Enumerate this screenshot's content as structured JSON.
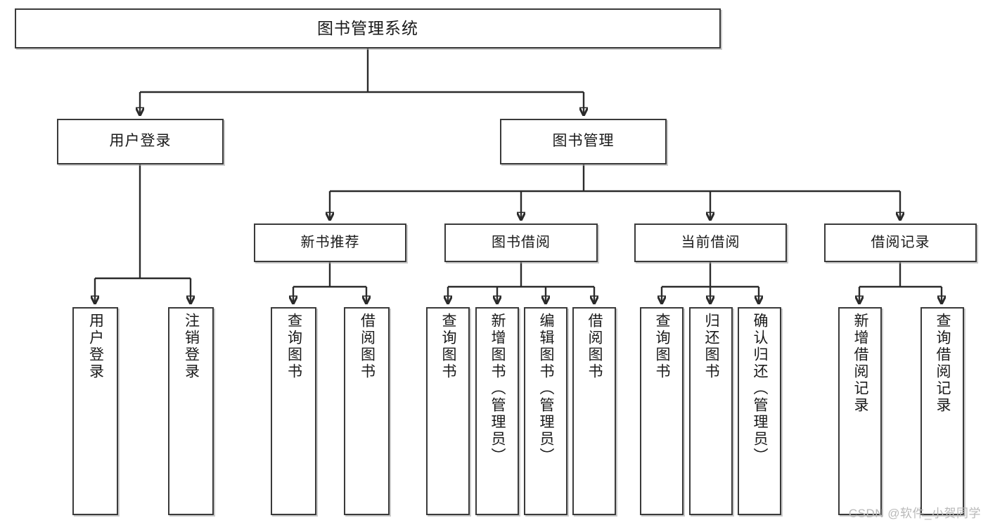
{
  "diagram": {
    "title": "图书管理系统",
    "type": "tree",
    "watermark": "CSDN @软件_小贺同学",
    "colors": {
      "border": "#3a3a3a",
      "connector": "#2b2b2b",
      "background": "#ffffff",
      "text": "#1a1a1a",
      "watermark": "#b9b9b9"
    },
    "root": {
      "label": "图书管理系统"
    },
    "level1": [
      {
        "label": "用户登录"
      },
      {
        "label": "图书管理"
      }
    ],
    "level2": [
      {
        "label": "新书推荐"
      },
      {
        "label": "图书借阅"
      },
      {
        "label": "当前借阅"
      },
      {
        "label": "借阅记录"
      }
    ],
    "leaves": {
      "user_login": [
        {
          "label": "用户登录"
        },
        {
          "label": "注销登录"
        }
      ],
      "new_book_recommend": [
        {
          "label": "查询图书"
        },
        {
          "label": "借阅图书"
        }
      ],
      "book_borrow": [
        {
          "label": "查询图书"
        },
        {
          "label": "新增图书（管理员）"
        },
        {
          "label": "编辑图书（管理员）"
        },
        {
          "label": "借阅图书"
        }
      ],
      "current_borrow": [
        {
          "label": "查询图书"
        },
        {
          "label": "归还图书"
        },
        {
          "label": "确认归还（管理员）"
        }
      ],
      "borrow_record": [
        {
          "label": "新增借阅记录"
        },
        {
          "label": "查询借阅记录"
        }
      ]
    }
  }
}
